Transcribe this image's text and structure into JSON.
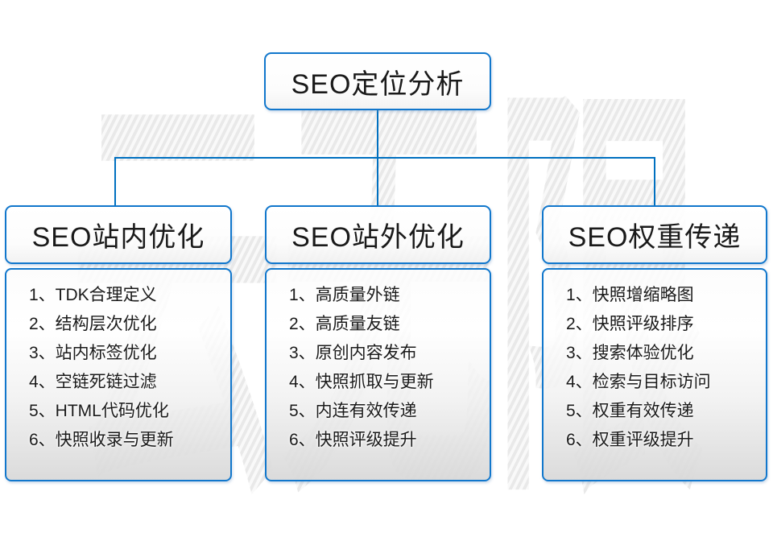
{
  "diagram": {
    "watermark": "云无限",
    "root": {
      "title": "SEO定位分析"
    },
    "branches": [
      {
        "title": "SEO站内优化",
        "items": [
          "1、TDK合理定义",
          "2、结构层次优化",
          "3、站内标签优化",
          "4、空链死链过滤",
          "5、HTML代码优化",
          "6、快照收录与更新"
        ]
      },
      {
        "title": "SEO站外优化",
        "items": [
          "1、高质量外链",
          "2、高质量友链",
          "3、原创内容发布",
          "4、快照抓取与更新",
          "5、内连有效传递",
          "6、快照评级提升"
        ]
      },
      {
        "title": "SEO权重传递",
        "items": [
          "1、快照增缩略图",
          "2、快照评级排序",
          "3、搜索体验优化",
          "4、检索与目标访问",
          "5、权重有效传递",
          "6、权重评级提升"
        ]
      }
    ],
    "colors": {
      "box_border": "#1177cc",
      "connector": "#0070c0",
      "text": "#1a1a1a",
      "watermark_gray": "#e9e9e9"
    }
  }
}
